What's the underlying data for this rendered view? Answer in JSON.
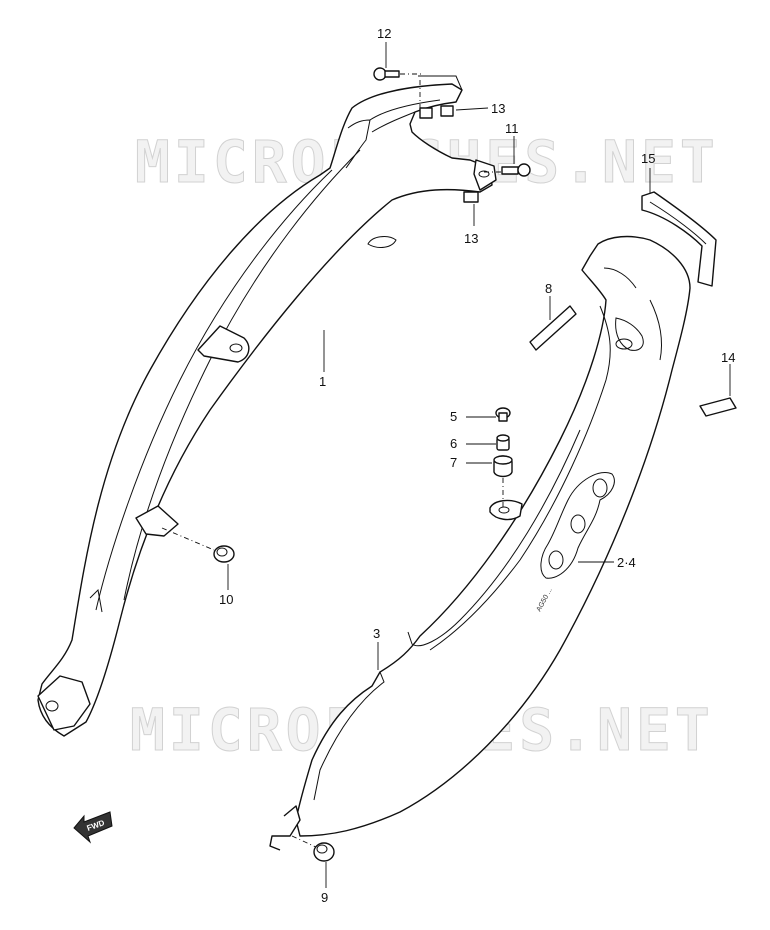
{
  "watermark": {
    "top": "MICROFICHES.NET",
    "bottom": "MICROFICHES.NET"
  },
  "direction_arrow": "FWD",
  "decal_text": "AG50 ...",
  "callouts": [
    {
      "id": "c12",
      "label": "12"
    },
    {
      "id": "c13a",
      "label": "13"
    },
    {
      "id": "c11",
      "label": "11"
    },
    {
      "id": "c13b",
      "label": "13"
    },
    {
      "id": "c15",
      "label": "15"
    },
    {
      "id": "c8",
      "label": "8"
    },
    {
      "id": "c1",
      "label": "1"
    },
    {
      "id": "c14",
      "label": "14"
    },
    {
      "id": "c5",
      "label": "5"
    },
    {
      "id": "c6",
      "label": "6"
    },
    {
      "id": "c7",
      "label": "7"
    },
    {
      "id": "c24",
      "label": "2·4"
    },
    {
      "id": "c10",
      "label": "10"
    },
    {
      "id": "c3",
      "label": "3"
    },
    {
      "id": "c9",
      "label": "9"
    }
  ]
}
